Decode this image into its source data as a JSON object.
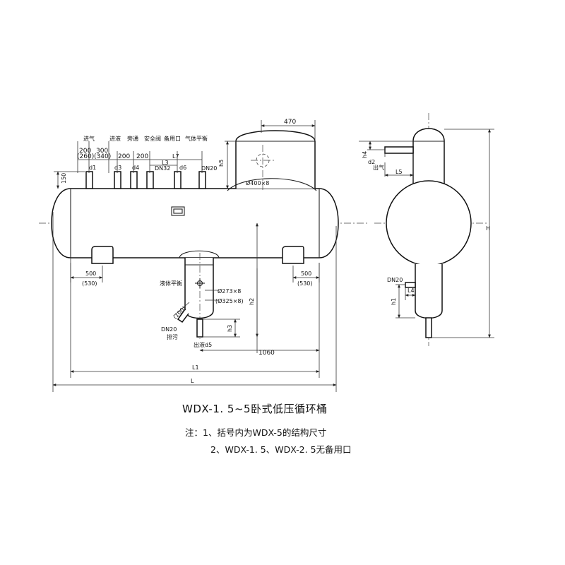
{
  "title": "WDX-1. 5~5卧式低压循环桶",
  "notes": [
    "注：1、括号内为WDX-5的结构尺寸",
    "2、WDX-1. 5、WDX-2. 5无备用口"
  ],
  "nozzle_labels": {
    "inlet_gas": "进气",
    "inlet_liquid": "进液",
    "bypass": "旁通",
    "safety_valve": "安全阀",
    "spare_port": "备用口",
    "gas_balance": "气体平衡"
  },
  "nozzle_codes": {
    "d1": "d1",
    "d3": "d3",
    "d4": "d4",
    "dn32": "DN32",
    "d6": "d6",
    "dn20": "DN20"
  },
  "top_dims": {
    "d200a": "200",
    "d260": "(260)",
    "d300": "300",
    "d340": "(340)",
    "d200b": "200",
    "d200c": "200",
    "l3": "L3",
    "l7": "L7"
  },
  "side_dims": {
    "d150": "150",
    "h5": "h5",
    "d470": "470",
    "dome_bolt": "Ø400×8"
  },
  "support_dims": {
    "left_500": "500",
    "left_530": "(530)",
    "right_500": "500",
    "right_530": "(530)"
  },
  "sump": {
    "liquid_balance": "液体平衡",
    "d273": "Ø273×8",
    "d325": "(Ø325×8)",
    "d100": "(100)",
    "drain_dn": "DN20",
    "drain_label": "排污",
    "outlet": "出液d5",
    "h3": "h3",
    "h2": "h2",
    "d1060": "1060"
  },
  "overall_dims": {
    "l1": "L1",
    "l": "L"
  },
  "side_view": {
    "h4": "h4",
    "d2": "d2",
    "gas_out": "出气",
    "l5": "L5",
    "dn20": "DN20",
    "h1": "h1",
    "l4": "L4",
    "h": "H"
  }
}
